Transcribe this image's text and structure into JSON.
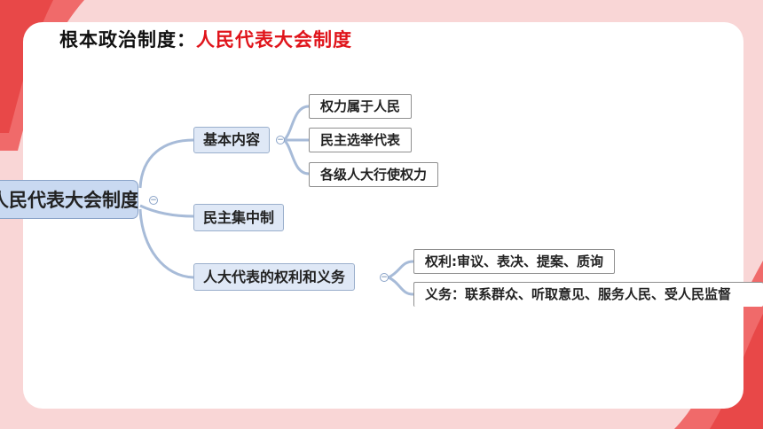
{
  "title": {
    "prefix": "根本政治制度：",
    "highlight": "人民代表大会制度"
  },
  "mindmap": {
    "root": {
      "label": "人民代表大会制度"
    },
    "branches": [
      {
        "label": "基本内容",
        "children": [
          "权力属于人民",
          "民主选举代表",
          "各级人大行使权力"
        ]
      },
      {
        "label": "民主集中制",
        "children": []
      },
      {
        "label": "人大代表的权利和义务",
        "children": [
          "权利:审议、表决、提案、质询",
          "义务：联系群众、听取意见、服务人民、受人民监督"
        ]
      }
    ]
  },
  "colors": {
    "accent": "#e0141b",
    "background": "#f9d6d6",
    "node_fill": "#dfe8f6",
    "connector": "#a7bbd8"
  }
}
